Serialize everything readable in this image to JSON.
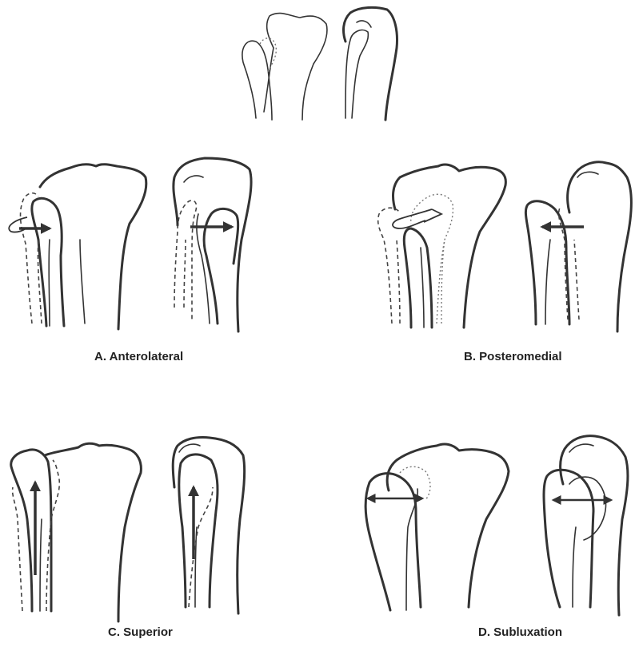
{
  "panels": {
    "a": {
      "label": "A. Anterolateral"
    },
    "b": {
      "label": "B. Posteromedial"
    },
    "c": {
      "label": "C. Superior"
    },
    "d": {
      "label": "D. Subluxation"
    }
  }
}
